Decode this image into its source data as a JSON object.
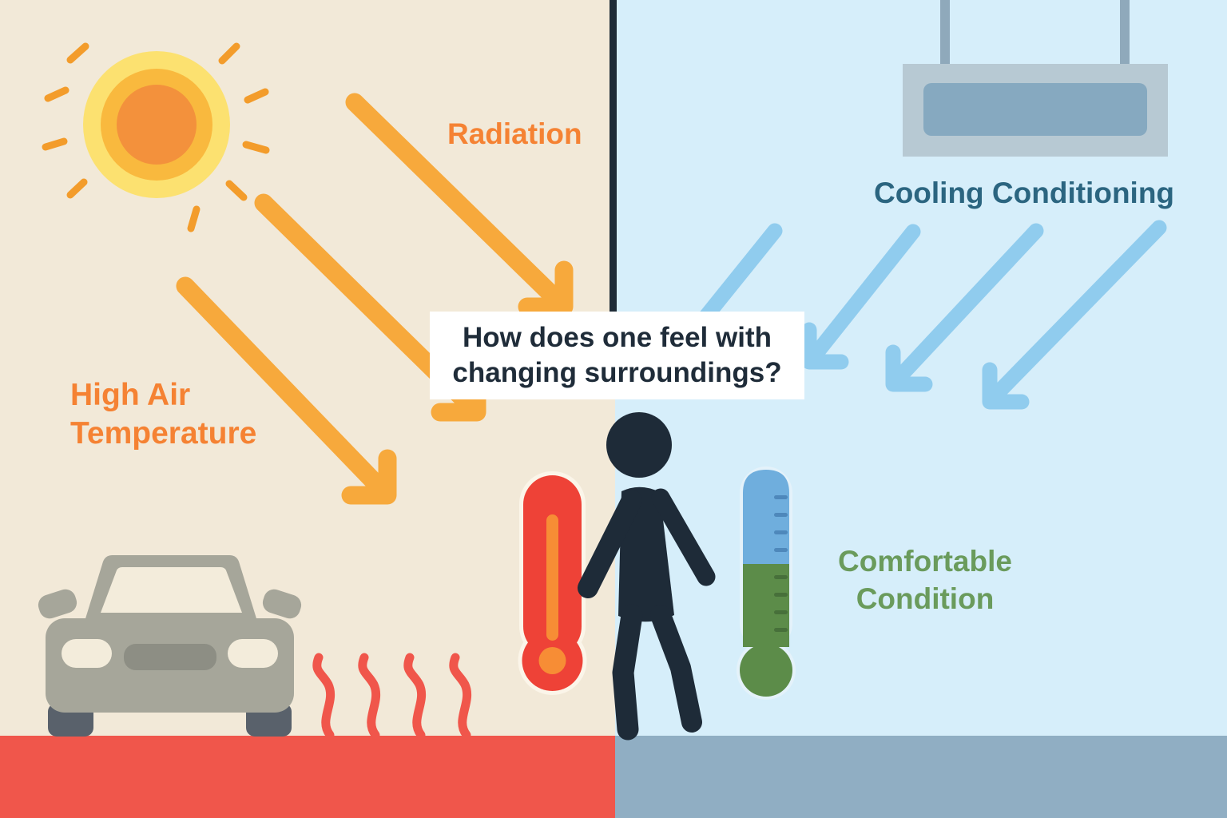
{
  "question_box": {
    "text": "How does one feel with changing surroundings?"
  },
  "hot_side": {
    "radiation_label": "Radiation",
    "high_air_label_line1": "High Air",
    "high_air_label_line2": "Temperature"
  },
  "cool_side": {
    "cooling_label": "Cooling Conditioning",
    "comfortable_label_line1": "Comfortable",
    "comfortable_label_line2": "Condition"
  },
  "icons": {
    "sun": "sun-icon",
    "radiation_arrows": "radiation-arrow-icon",
    "heat_waves": "heat-wave-icon",
    "car": "car-icon",
    "hot_thermometer": "hot-thermometer-icon",
    "cool_thermometer": "cool-thermometer-icon",
    "person": "person-icon",
    "ac_unit": "ac-unit-icon",
    "cool_air_arrows": "cool-air-arrow-icon",
    "divider": "divider-line"
  },
  "colors": {
    "hot_background": "#F2E9D8",
    "cool_background": "#D6EEFA",
    "hot_ground": "#F0564B",
    "cool_ground": "#90AEC3",
    "sun_outer": "#FCE170",
    "sun_mid": "#F9B93E",
    "sun_core": "#F3913C",
    "sun_ray": "#F39C2B",
    "radiation_arrow": "#F7A93C",
    "orange_text": "#F58233",
    "heat_wave": "#F0564B",
    "car_body": "#A6A69A",
    "car_grille": "#8D8E84",
    "car_wheel": "#59616B",
    "divider": "#1E2B36",
    "question_text": "#1F2C39",
    "cooling_text": "#2B6580",
    "comfort_text": "#6A9B5C",
    "cool_arrow": "#90CCEE",
    "ac_body": "#B7C9D3",
    "ac_vent": "#86A9C0",
    "hot_thermometer": "#EE4237",
    "hot_thermometer_inner": "#F78D35",
    "cool_thermometer_top": "#6FAEDD",
    "cool_thermometer_bottom": "#5C8C49",
    "person": "#1E2B38"
  }
}
